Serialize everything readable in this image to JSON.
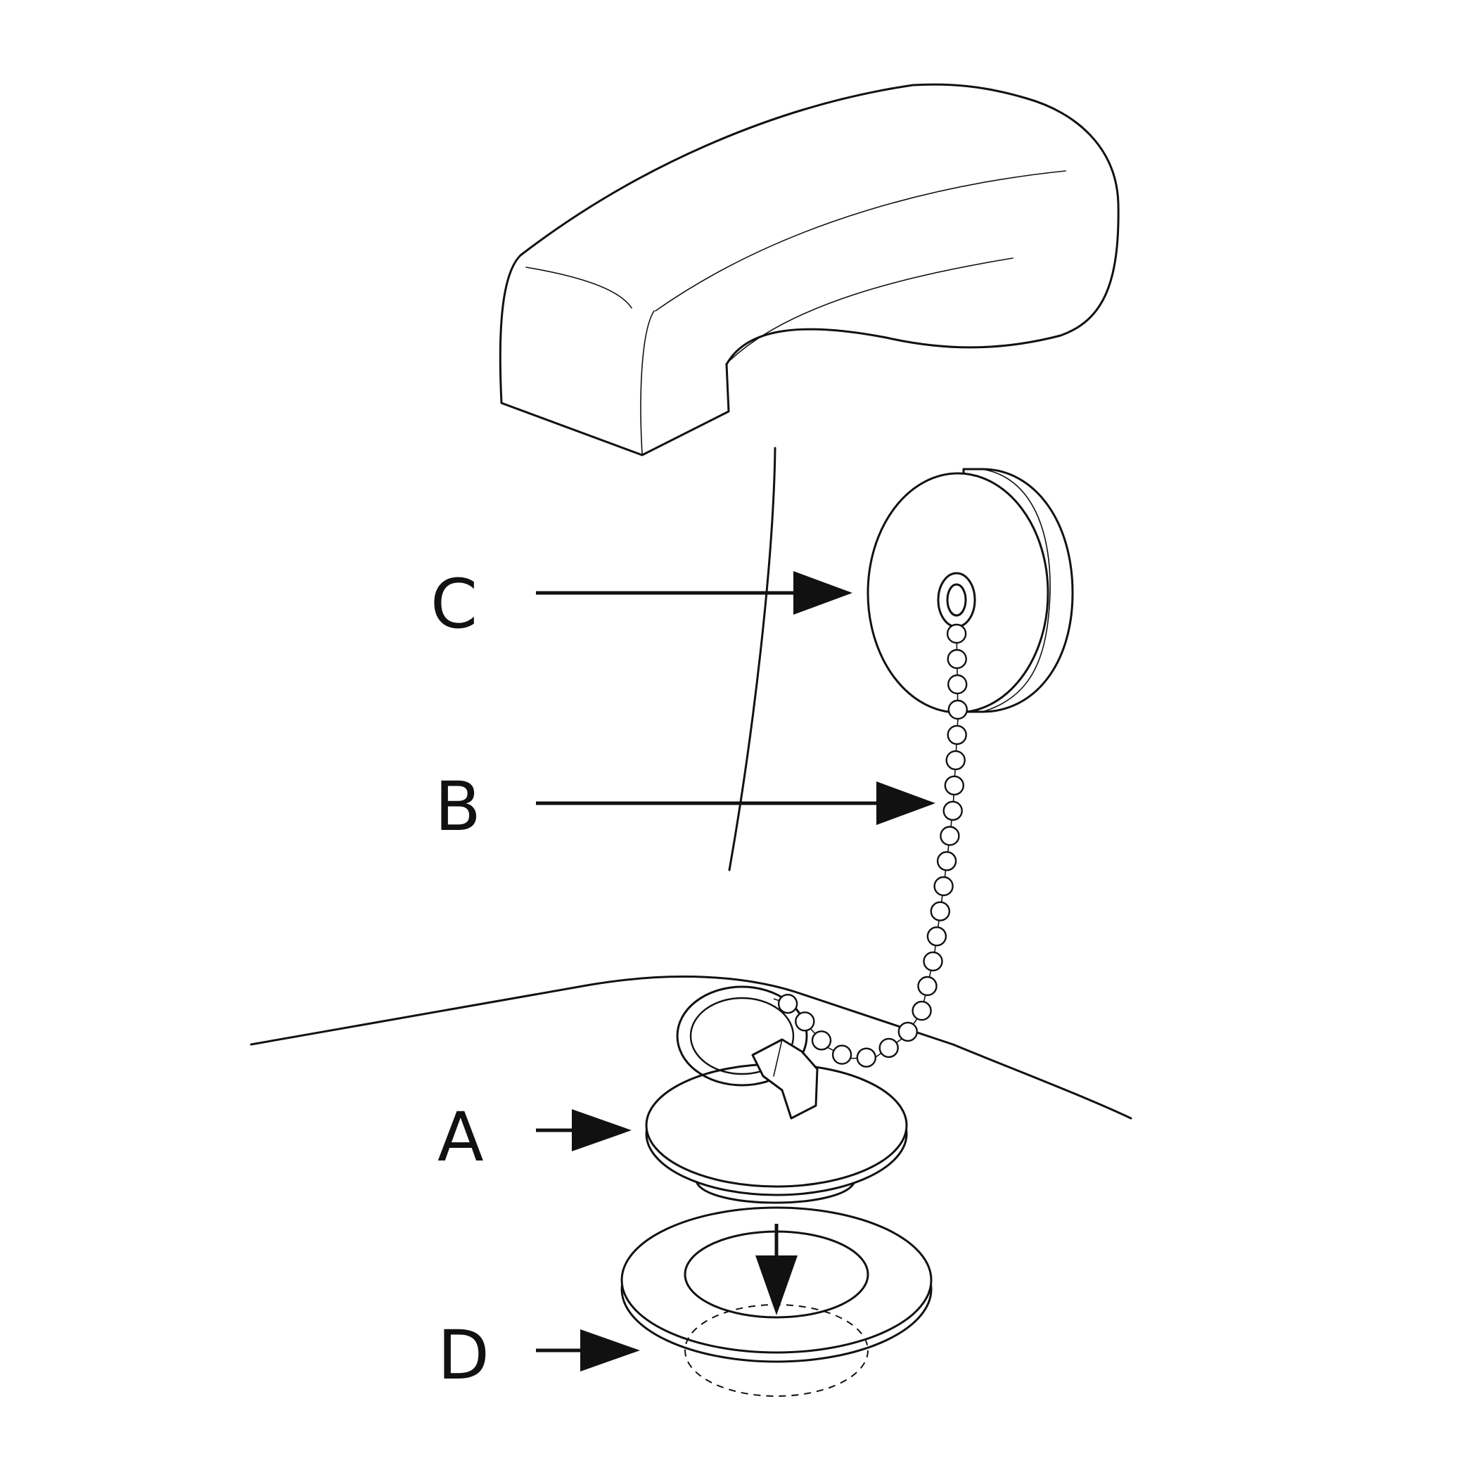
{
  "labels": {
    "a": "A",
    "b": "B",
    "c": "C",
    "d": "D"
  },
  "colors": {
    "ink": "#111111",
    "paper": "#ffffff"
  }
}
